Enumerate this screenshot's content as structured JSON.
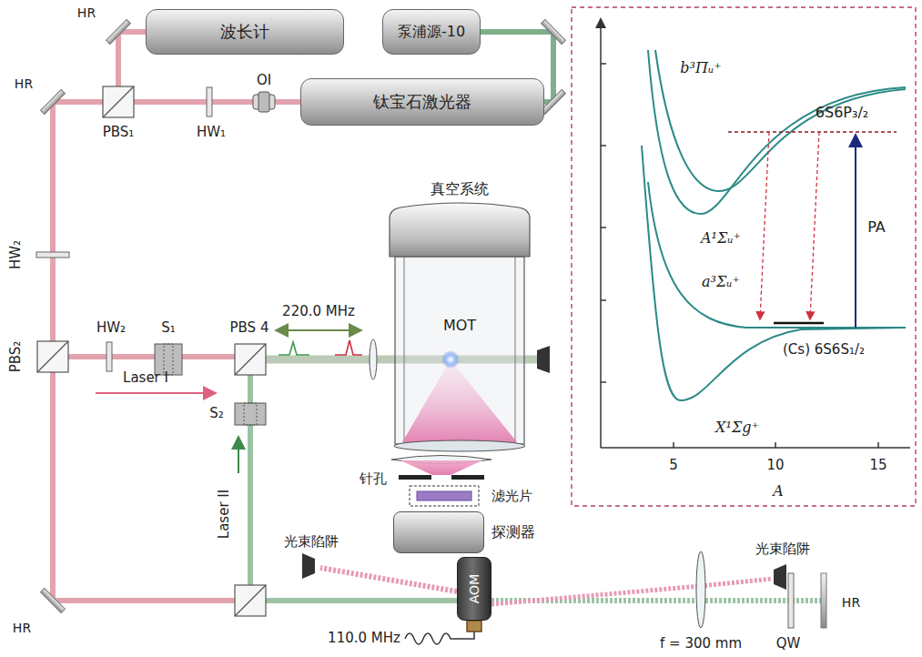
{
  "diagram": {
    "nodes": [
      {
        "text": [
          "波长计"
        ]
      },
      {
        "text": [
          "泵浦源-10"
        ]
      },
      {
        "text": [
          "钛宝石激光器"
        ]
      },
      {
        "text": [
          "真空系统",
          "MOT"
        ]
      },
      {
        "text": [
          "探测器"
        ]
      },
      {
        "text": [
          "AOM"
        ]
      }
    ],
    "edges": [
      {
        "from": 1,
        "to": 2,
        "arrow": "none"
      },
      {
        "from": 2,
        "to": 0,
        "arrow": "none"
      }
    ],
    "labels": [
      "HR",
      "PBS₁",
      "HW₁",
      "OI",
      "HR",
      "HW₂",
      "PBS₂",
      "HW₂",
      "S₁",
      "PBS 4",
      "220.0 MHz",
      "Laser I",
      "S₂",
      "Laser II",
      "光束陷阱",
      "光束陷阱",
      "HR",
      "110.0 MHz",
      "f = 300 mm",
      "QW",
      "HR",
      "针孔",
      "滤光片",
      "b³Πᵤ⁺",
      "6S6P₃/₂",
      "A¹Σᵤ⁺",
      "a³Σᵤ⁺",
      "PA",
      "(Cs) 6S6S₁/₂",
      "X¹Σg⁺",
      "5",
      "10",
      "15",
      "A"
    ]
  }
}
